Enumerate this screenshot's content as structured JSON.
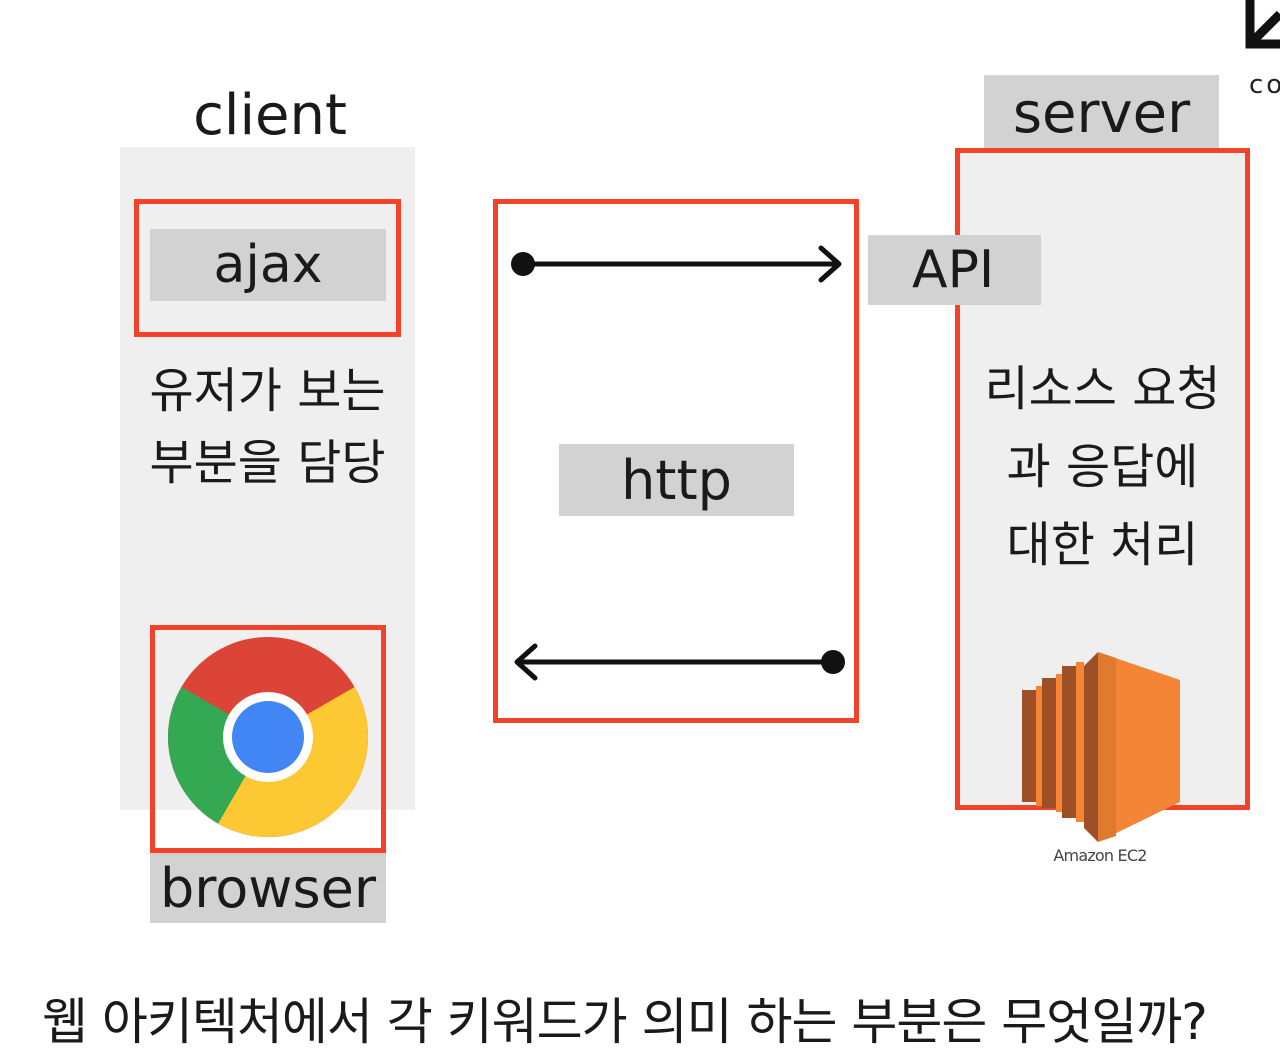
{
  "client": {
    "title": "client",
    "ajax_label": "ajax",
    "description": "유저가 보는\n부분을 담당",
    "browser_label": "browser",
    "browser_icon": "chrome-icon"
  },
  "middle": {
    "http_label": "http",
    "request_arrow": "arrow-right-icon",
    "response_arrow": "arrow-left-icon"
  },
  "server": {
    "title": "server",
    "api_label": "API",
    "description": "리소스 요청\n과 응답에\n대한 처리",
    "ec2_caption": "Amazon EC2",
    "ec2_icon": "amazon-ec2-icon"
  },
  "question": "웹 아키텍처에서 각 키워드가 의미 하는 부분은 무엇일까?",
  "corner": {
    "text": "co"
  },
  "colors": {
    "accent_red": "#f2432a",
    "panel_grey": "#efefef",
    "label_grey": "#d2d2d2",
    "ec2_orange": "#f58536"
  }
}
